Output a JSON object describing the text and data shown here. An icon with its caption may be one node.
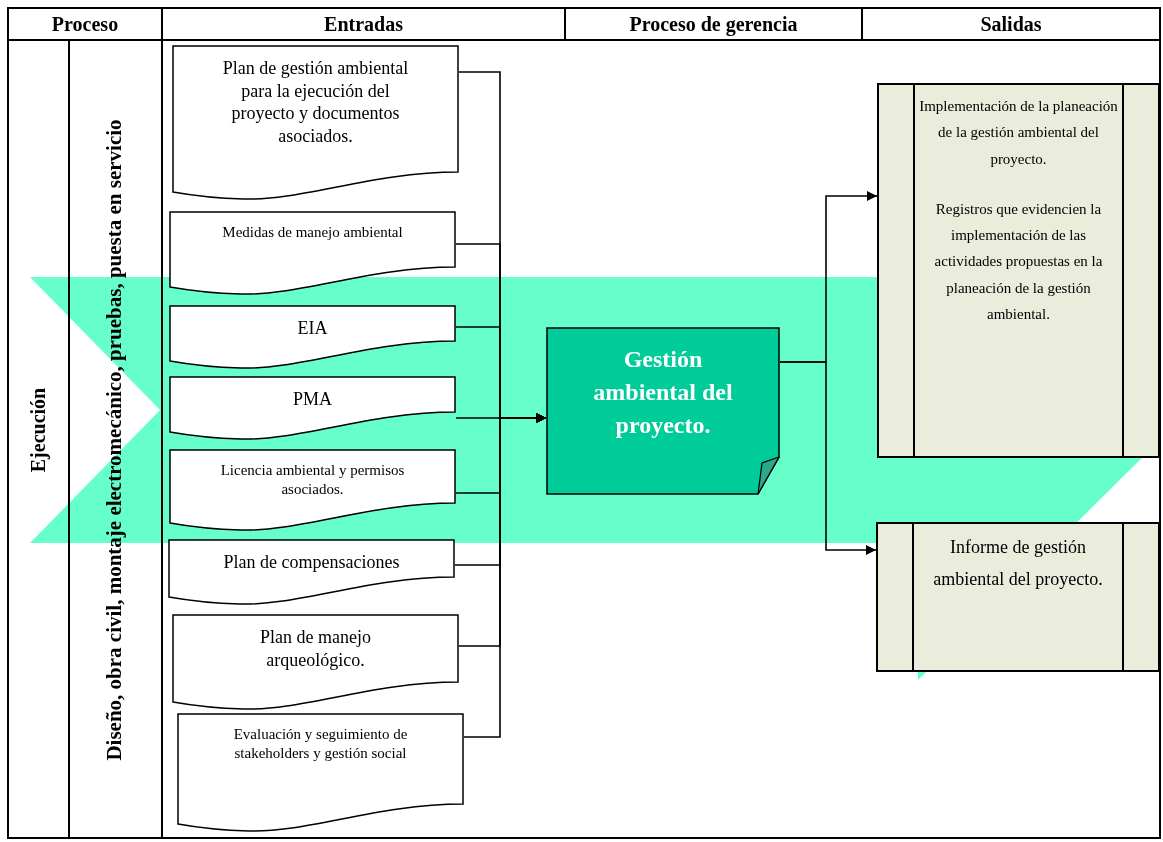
{
  "diagram": {
    "nodes": [
      {
        "text": [
          "Plan de gestión ambiental para la ejecución del proyecto y documentos asociados."
        ]
      },
      {
        "text": [
          "Medidas de manejo ambiental"
        ]
      },
      {
        "text": [
          "EIA"
        ]
      },
      {
        "text": [
          "PMA"
        ]
      },
      {
        "text": [
          "Licencia ambiental y permisos asociados."
        ]
      },
      {
        "text": [
          "Plan de compensaciones"
        ]
      },
      {
        "text": [
          "Plan de manejo arqueológico."
        ]
      },
      {
        "text": [
          "Evaluación y seguimiento de stakeholders y gestión social"
        ]
      },
      {
        "text": [
          "Gestión ambiental del proyecto."
        ]
      },
      {
        "text": [
          "Implementación de la planeación de la gestión ambiental del proyecto.",
          "Registros que evidencien la implementación de las actividades propuestas en la planeación de la gestión ambiental."
        ]
      },
      {
        "text": [
          "Informe de gestión ambiental del proyecto."
        ]
      }
    ],
    "edges": [
      {
        "from": 0,
        "to": 8,
        "arrow": "to"
      },
      {
        "from": 1,
        "to": 8,
        "arrow": "to"
      },
      {
        "from": 2,
        "to": 8,
        "arrow": "to"
      },
      {
        "from": 3,
        "to": 8,
        "arrow": "to"
      },
      {
        "from": 4,
        "to": 8,
        "arrow": "to"
      },
      {
        "from": 5,
        "to": 8,
        "arrow": "to"
      },
      {
        "from": 6,
        "to": 8,
        "arrow": "to"
      },
      {
        "from": 7,
        "to": 8,
        "arrow": "to"
      },
      {
        "from": 8,
        "to": 9,
        "arrow": "to"
      },
      {
        "from": 8,
        "to": 10,
        "arrow": "to"
      }
    ],
    "labels": [
      "Proceso",
      "Entradas",
      "Proceso de gerencia",
      "Salidas",
      "Ejecución",
      "Diseño, obra civil, montaje electromecánico, pruebas, puesta en servicio"
    ]
  }
}
